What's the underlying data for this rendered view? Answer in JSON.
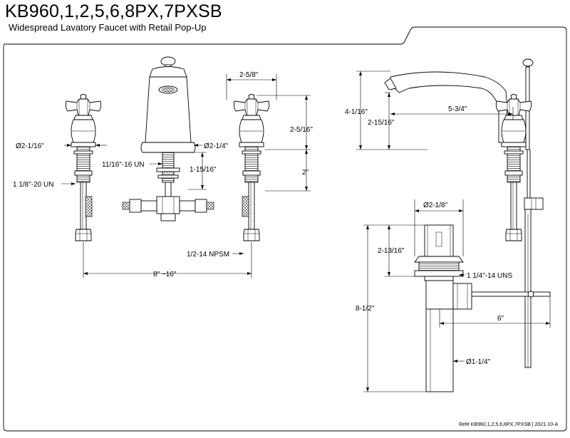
{
  "header": {
    "title": "KB960,1,2,5,6,8PX,7PXSB",
    "subtitle": "Widespread Lavatory Faucet with Retail Pop-Up"
  },
  "dimensions": {
    "handle_diameter": "Ø2-1/16\"",
    "handle_shank_thread": "1 1/8\"-20 UN",
    "spout_shank_thread": "11/16\"-16 UN",
    "spout_base_diameter": "Ø2-1/4\"",
    "spout_shank_height": "1-15/16\"",
    "handle_spacing_width": "2-5/8\"",
    "handle_height": "2-5/16\"",
    "handle_shank_height": "2\"",
    "supply_connection": "1/2-14 NPSM",
    "center_spread": "8\" ~16\"",
    "spout_total_height": "4-1/16\"",
    "spout_outlet_height": "2-15/16\"",
    "spout_reach": "5-3/4\"",
    "drain_flange_diameter": "Ø2-1/8\"",
    "drain_upper_height": "2-13/16\"",
    "drain_thread": "1 1/4\"-14 UNS",
    "drain_total_height": "8-1/2\"",
    "pivot_rod_length": "6\"",
    "tailpiece_diameter": "Ø1-1/4\""
  },
  "footer": {
    "reference": "Ref# KB960,1,2,5,6,8PX,7PXSB | 2021-10-A"
  }
}
